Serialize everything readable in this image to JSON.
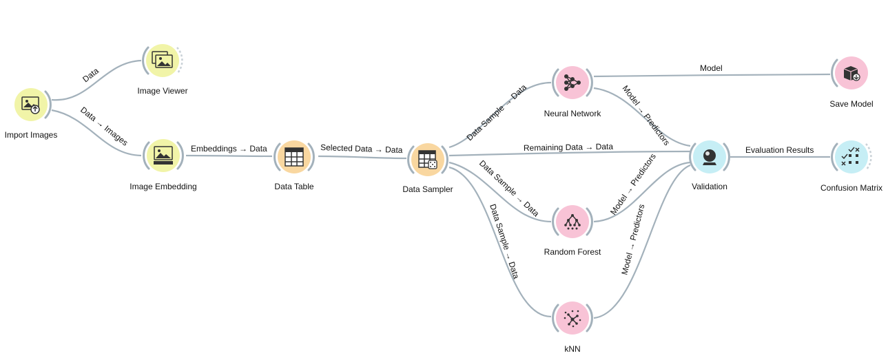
{
  "colors": {
    "link": "#a3b1bb",
    "data_category": "#f1f4a8",
    "transform_category": "#f9d7a0",
    "model_category": "#f8c3d6",
    "evaluate_category": "#c6eef5"
  },
  "nodes": {
    "import_images": {
      "label": "Import Images",
      "icon": "import-images-icon"
    },
    "image_viewer": {
      "label": "Image Viewer",
      "icon": "image-viewer-icon"
    },
    "image_embedding": {
      "label": "Image Embedding",
      "icon": "image-embedding-icon"
    },
    "data_table": {
      "label": "Data Table",
      "icon": "data-table-icon"
    },
    "data_sampler": {
      "label": "Data Sampler",
      "icon": "data-sampler-icon"
    },
    "neural_network": {
      "label": "Neural Network",
      "icon": "neural-network-icon"
    },
    "random_forest": {
      "label": "Random Forest",
      "icon": "random-forest-icon"
    },
    "knn": {
      "label": "kNN",
      "icon": "knn-icon"
    },
    "validation": {
      "label": "Validation",
      "icon": "validation-icon"
    },
    "save_model": {
      "label": "Save Model",
      "icon": "save-model-icon"
    },
    "confusion_matrix": {
      "label": "Confusion Matrix",
      "icon": "confusion-matrix-icon"
    }
  },
  "links": {
    "import_to_viewer": "Data",
    "import_to_embedding": "Data → Images",
    "embedding_to_table": "Embeddings → Data",
    "table_to_sampler": "Selected Data → Data",
    "sampler_to_nn": "Data Sample → Data",
    "sampler_to_validation": "Remaining Data → Data",
    "sampler_to_rf": "Data Sample → Data",
    "sampler_to_knn": "Data Sample → Data",
    "nn_to_save": "Model",
    "nn_to_validation": "Model → Predictors",
    "rf_to_validation": "Model → Predictors",
    "knn_to_validation": "Model → Predictors",
    "validation_to_confusion": "Evaluation Results"
  }
}
